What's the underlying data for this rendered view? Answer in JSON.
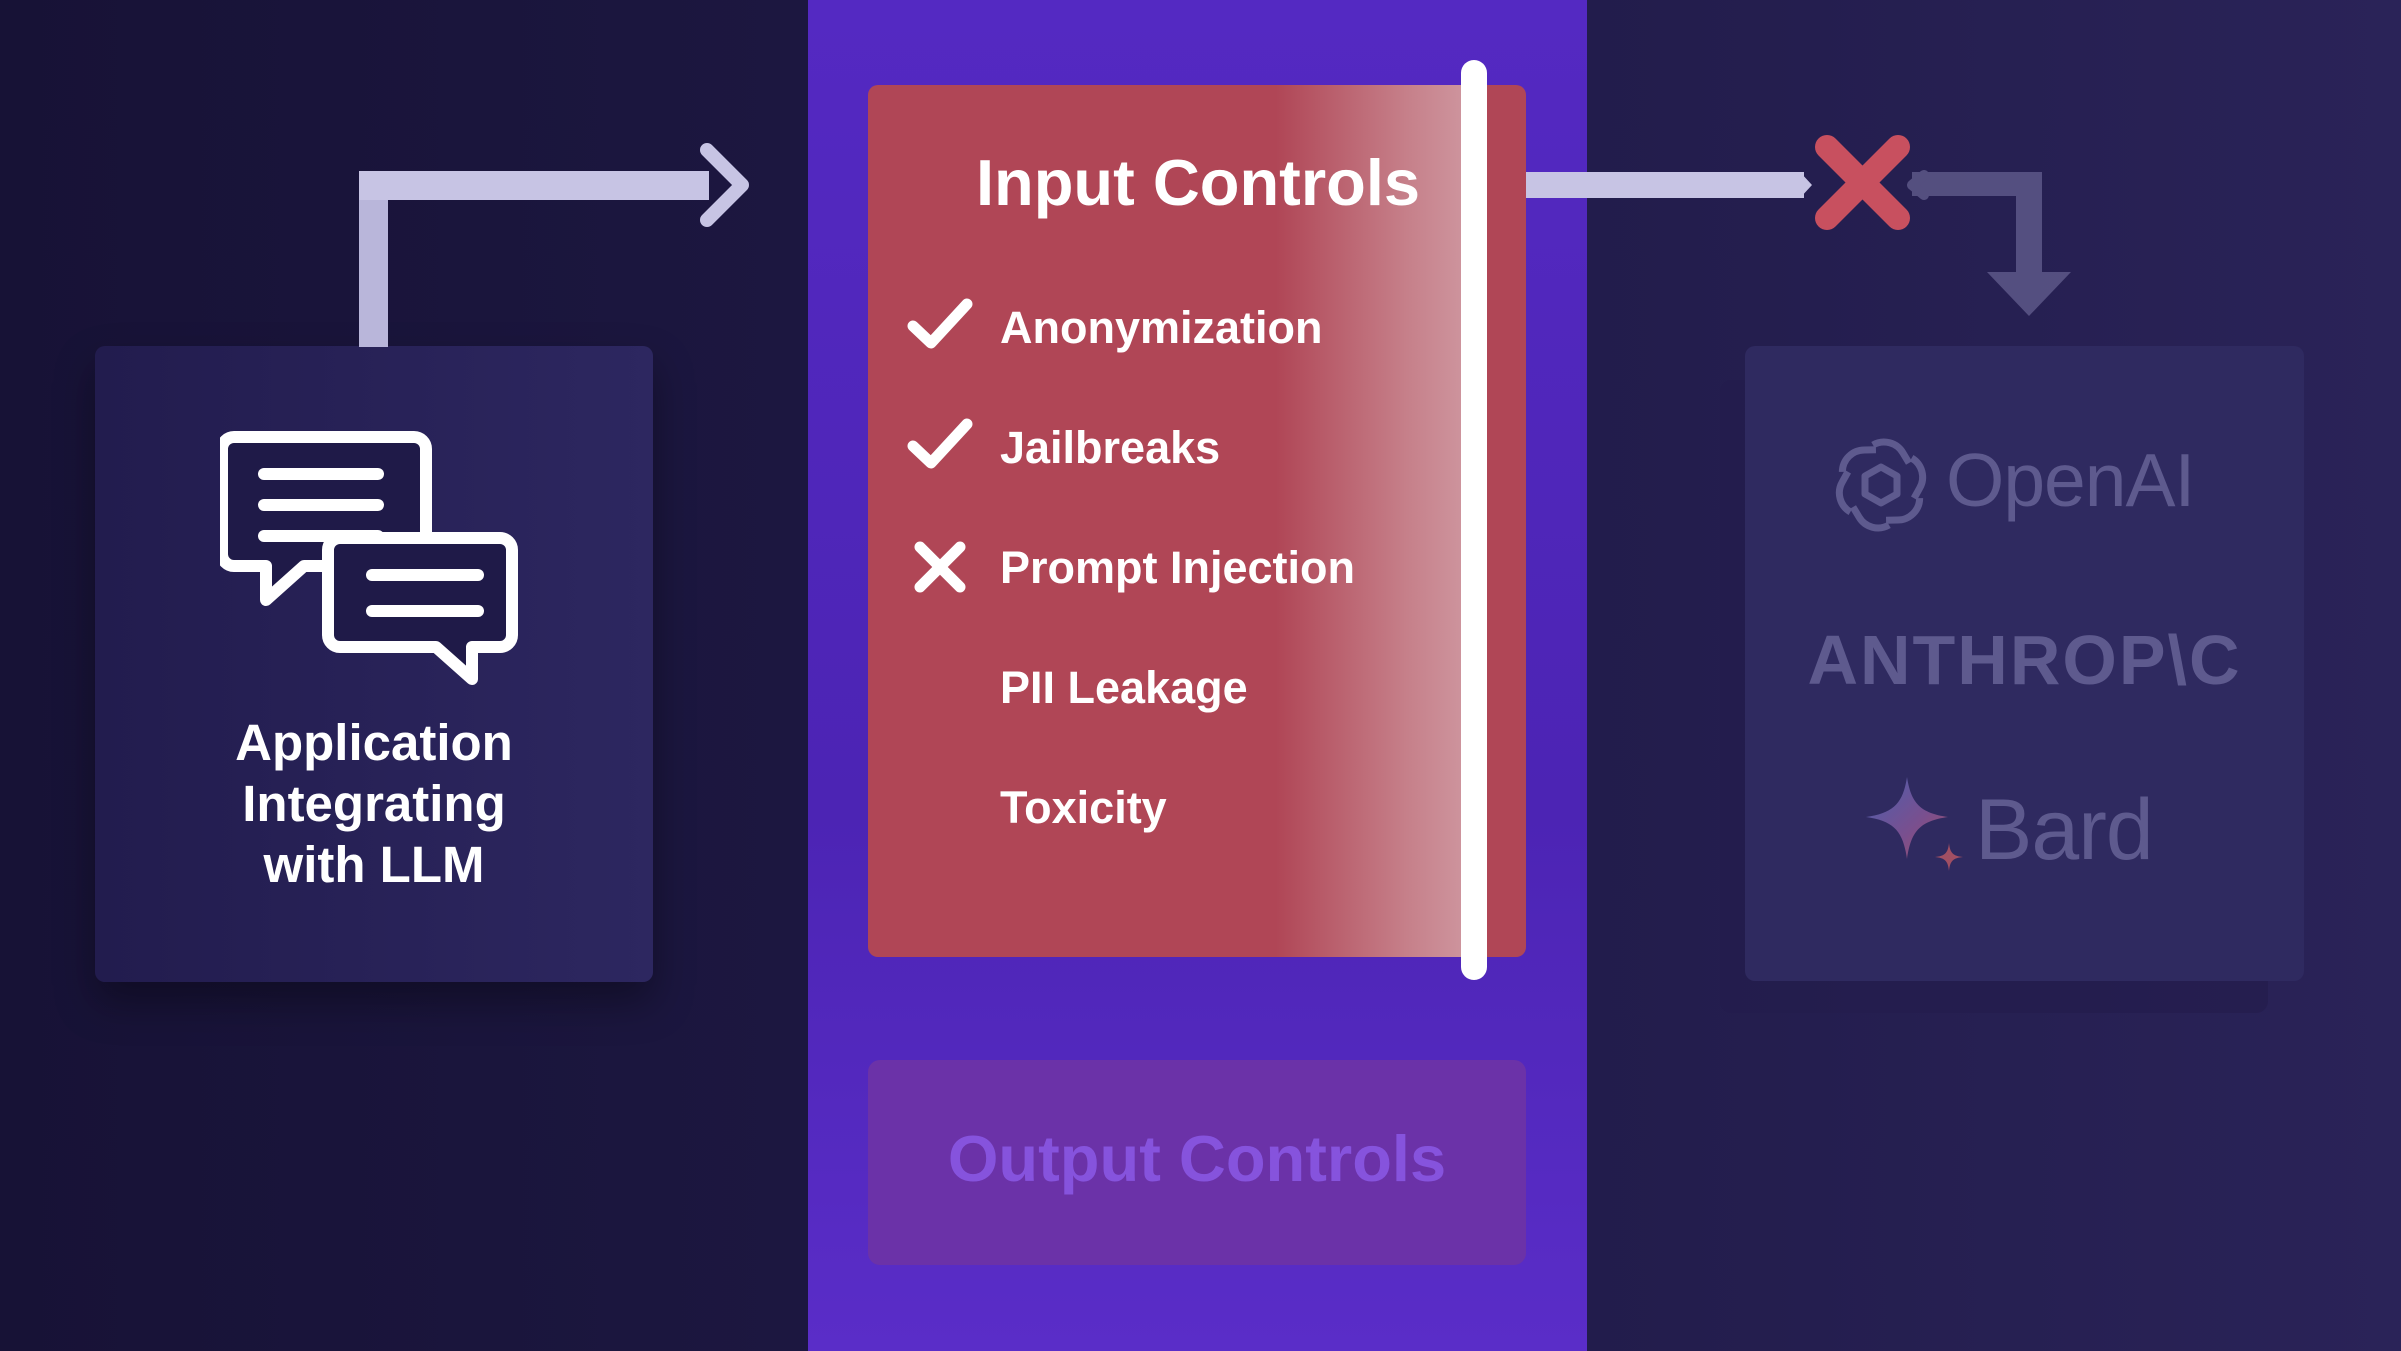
{
  "app_card": {
    "title_lines": [
      "Application",
      "Integrating",
      "with LLM"
    ],
    "icon": "chat-bubbles-icon"
  },
  "input_controls": {
    "title": "Input Controls",
    "items": [
      {
        "label": "Anonymization",
        "status": "check"
      },
      {
        "label": "Jailbreaks",
        "status": "check"
      },
      {
        "label": "Prompt Injection",
        "status": "cross"
      },
      {
        "label": "PII Leakage",
        "status": "none"
      },
      {
        "label": "Toxicity",
        "status": "none"
      }
    ]
  },
  "output_controls": {
    "title": "Output Controls"
  },
  "providers": {
    "openai": "OpenAI",
    "anthropic": "ANTHROP\\C",
    "bard": "Bard"
  },
  "colors": {
    "background": "#1d1842",
    "center_column": "#5429c2",
    "input_panel": "#b04656",
    "output_panel": "#6b32a8",
    "output_text": "#8653dd",
    "blocked_cross": "#c8505f",
    "arrow": "#c7c4e4",
    "provider_text": "#5e5a8e"
  }
}
